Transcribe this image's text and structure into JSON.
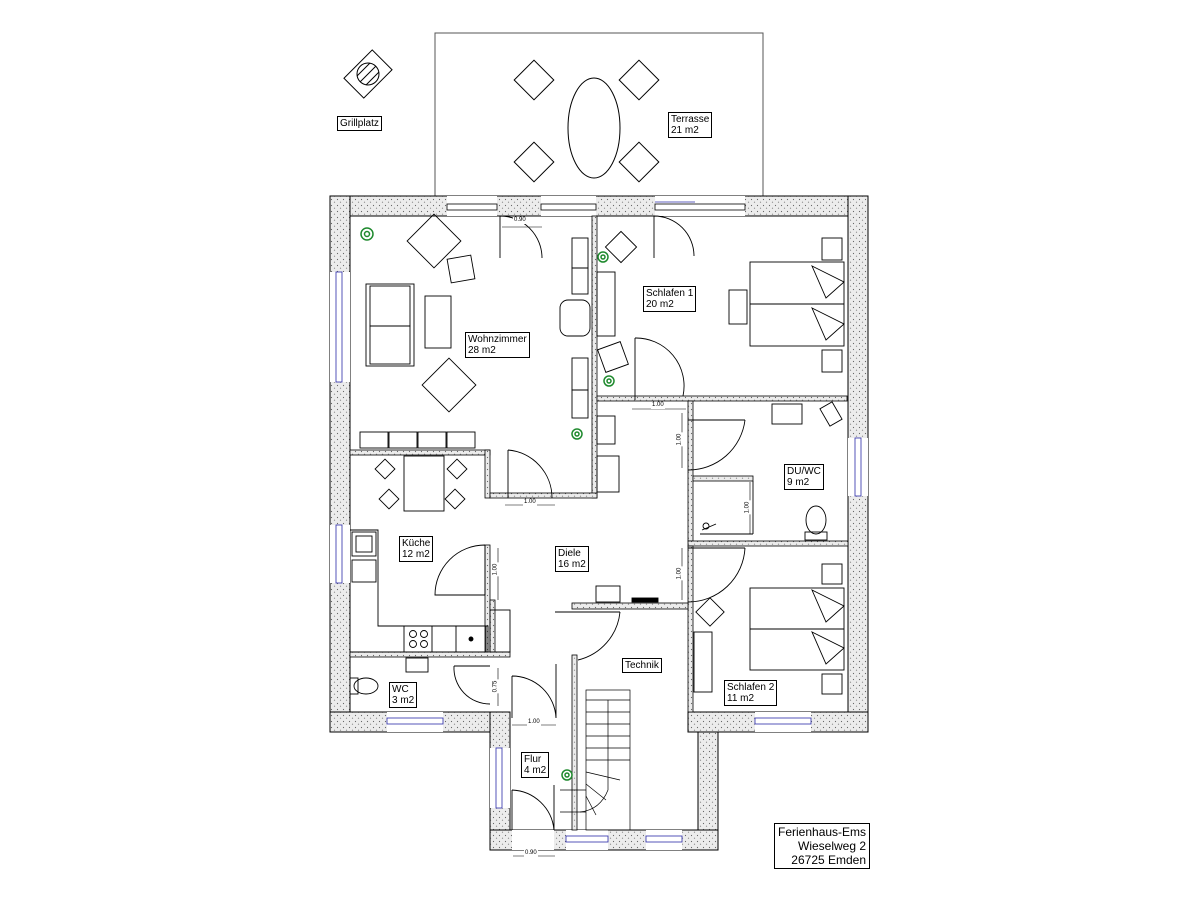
{
  "rooms": {
    "terrasse": {
      "name": "Terrasse",
      "area": "21 m2"
    },
    "wohnzimmer": {
      "name": "Wohnzimmer",
      "area": "28 m2"
    },
    "schlafen1": {
      "name": "Schlafen 1",
      "area": "20 m2"
    },
    "duwc": {
      "name": "DU/WC",
      "area": "9 m2"
    },
    "kueche": {
      "name": "Küche",
      "area": "12 m2"
    },
    "diele": {
      "name": "Diele",
      "area": "16 m2"
    },
    "technik": {
      "name": "Technik"
    },
    "schlafen2": {
      "name": "Schlafen 2",
      "area": "11 m2"
    },
    "wc": {
      "name": "WC",
      "area": "3 m2"
    },
    "flur": {
      "name": "Flur",
      "area": "4 m2"
    }
  },
  "grillplatz": "Grillplatz",
  "dimensions": {
    "d1": "0.90",
    "d2": "1.00",
    "d3": "1.00",
    "d4": "1.00",
    "d5": "1.00",
    "d6": "1.00",
    "d7": "1.00",
    "d8": "0.75",
    "d9": "1.00",
    "d10": "0.90"
  },
  "address": {
    "line1": "Ferienhaus-Ems",
    "line2": "Wieselweg 2",
    "line3": "26725 Emden"
  },
  "colors": {
    "wall": "#000000",
    "wall_fill": "#e6e6e6",
    "window": "#2a2aa8",
    "plant": "#1f8a2e"
  }
}
